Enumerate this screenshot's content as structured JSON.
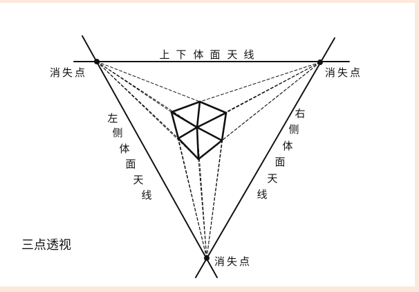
{
  "diagram": {
    "title": "三点透视",
    "top_line_label": "上下体面天线",
    "left_line_label": "左侧体面天线",
    "right_line_label": "右侧体面天线",
    "vanishing_point_left": "消失点",
    "vanishing_point_right": "消失点",
    "vanishing_point_bottom": "消失点"
  },
  "colors": {
    "background": "#ffffff",
    "frame": "#fde8dc",
    "ink": "#111111"
  }
}
